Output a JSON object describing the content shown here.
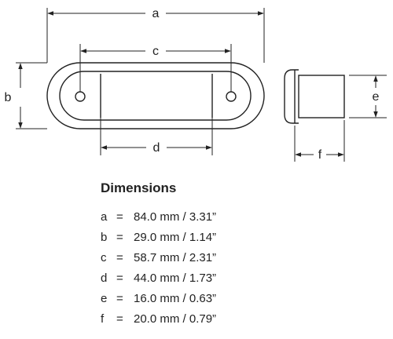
{
  "drawing": {
    "labels": {
      "a": "a",
      "b": "b",
      "c": "c",
      "d": "d",
      "e": "e",
      "f": "f"
    }
  },
  "dimensions": {
    "title": "Dimensions",
    "rows": [
      {
        "key": "a",
        "eq": "=",
        "value": "84.0 mm / 3.31”"
      },
      {
        "key": "b",
        "eq": "=",
        "value": "29.0 mm / 1.14”"
      },
      {
        "key": "c",
        "eq": "=",
        "value": "58.7 mm / 2.31”"
      },
      {
        "key": "d",
        "eq": "=",
        "value": "44.0 mm / 1.73”"
      },
      {
        "key": "e",
        "eq": "=",
        "value": "16.0 mm / 0.63”"
      },
      {
        "key": "f",
        "eq": "=",
        "value": "20.0 mm / 0.79”"
      }
    ]
  }
}
